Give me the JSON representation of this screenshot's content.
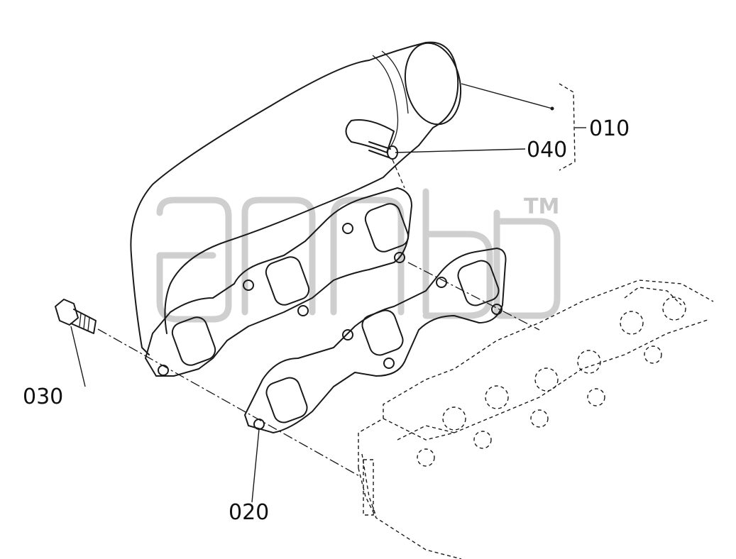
{
  "diagram": {
    "parts": [
      {
        "number": "010"
      },
      {
        "number": "040"
      },
      {
        "number": "030"
      },
      {
        "number": "020"
      }
    ],
    "watermark": {
      "trademark": "TM"
    }
  }
}
